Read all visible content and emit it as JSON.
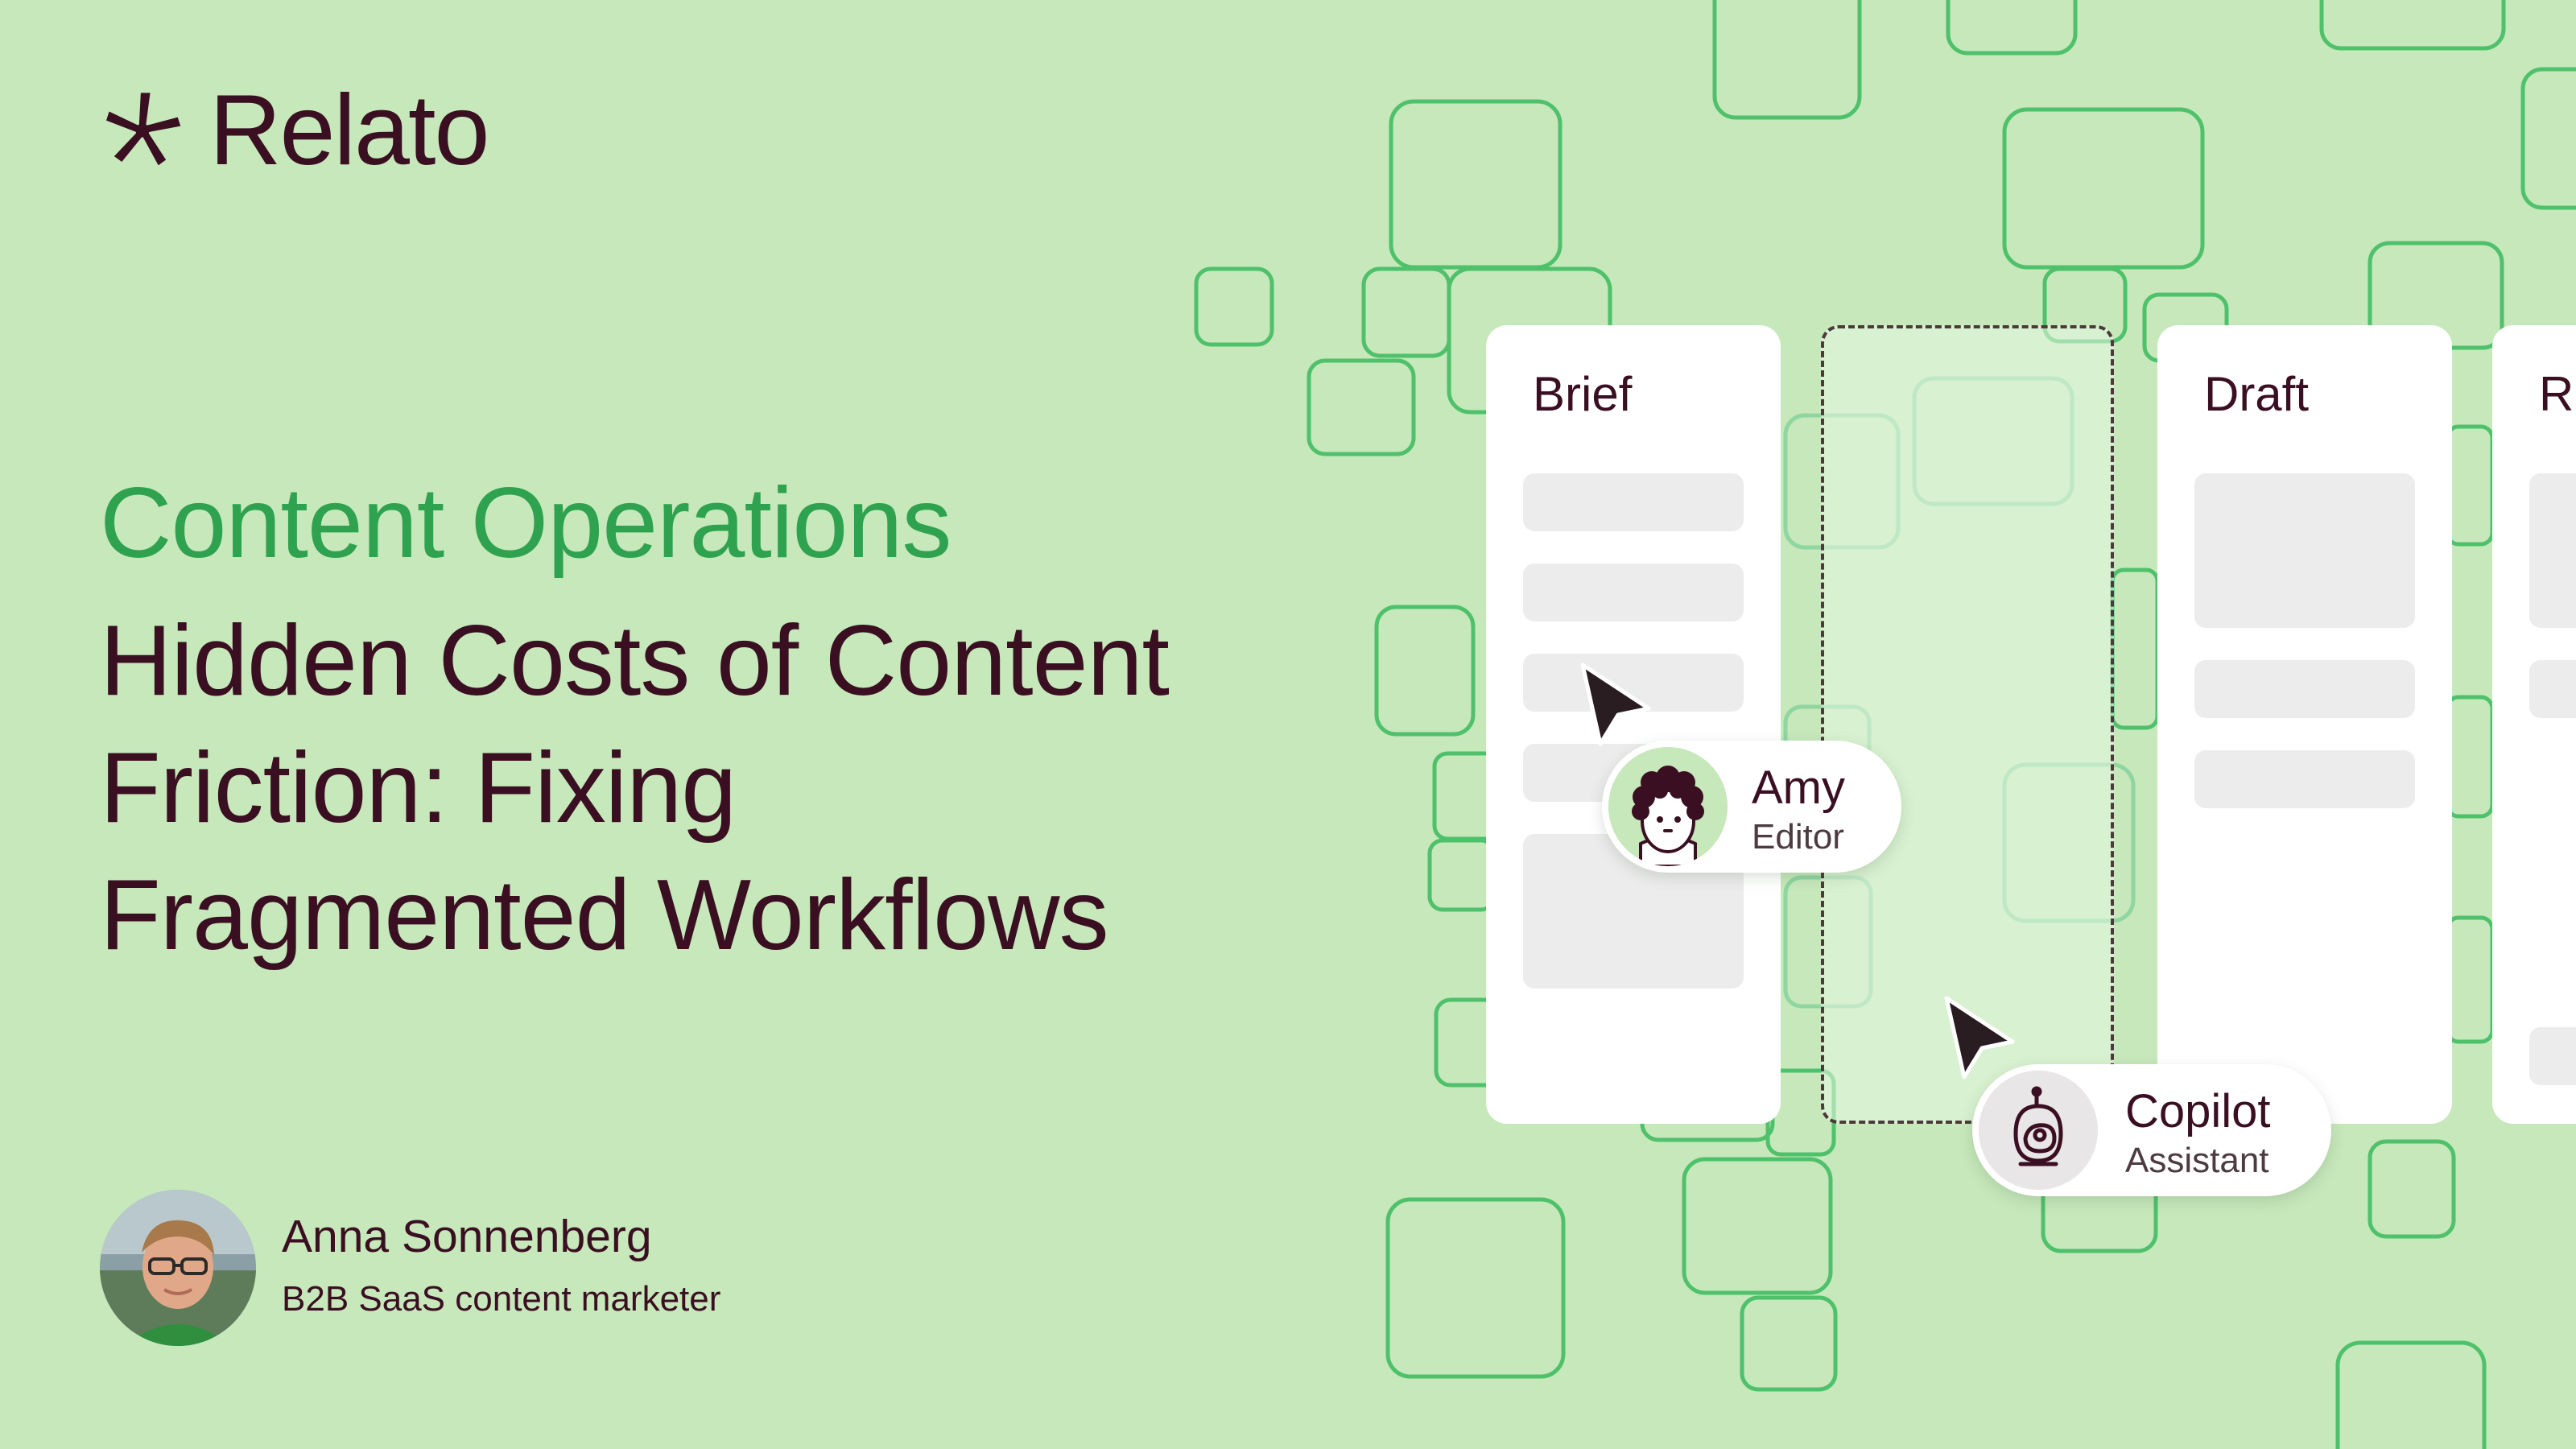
{
  "brand": {
    "name": "Relato"
  },
  "hero": {
    "eyebrow": "Content Operations",
    "headline_lines": [
      "Hidden Costs of Content",
      "Friction: Fixing",
      "Fragmented Workflows"
    ]
  },
  "author": {
    "name": "Anna Sonnenberg",
    "role": "B2B SaaS content marketer"
  },
  "board": {
    "columns": [
      {
        "title": "Brief"
      },
      {
        "title": "Draft"
      },
      {
        "title": "R"
      }
    ]
  },
  "collaborators": [
    {
      "name": "Amy",
      "role": "Editor"
    },
    {
      "name": "Copilot",
      "role": "Assistant"
    }
  ],
  "colors": {
    "background": "#c6e8bb",
    "accent_green": "#2ea24f",
    "text_dark": "#3a0f22",
    "outline_green": "#4fc16b"
  },
  "icons": {
    "logo": "pinwheel-star-icon",
    "cursor": "arrow-cursor-icon",
    "copilot": "robot-icon"
  }
}
